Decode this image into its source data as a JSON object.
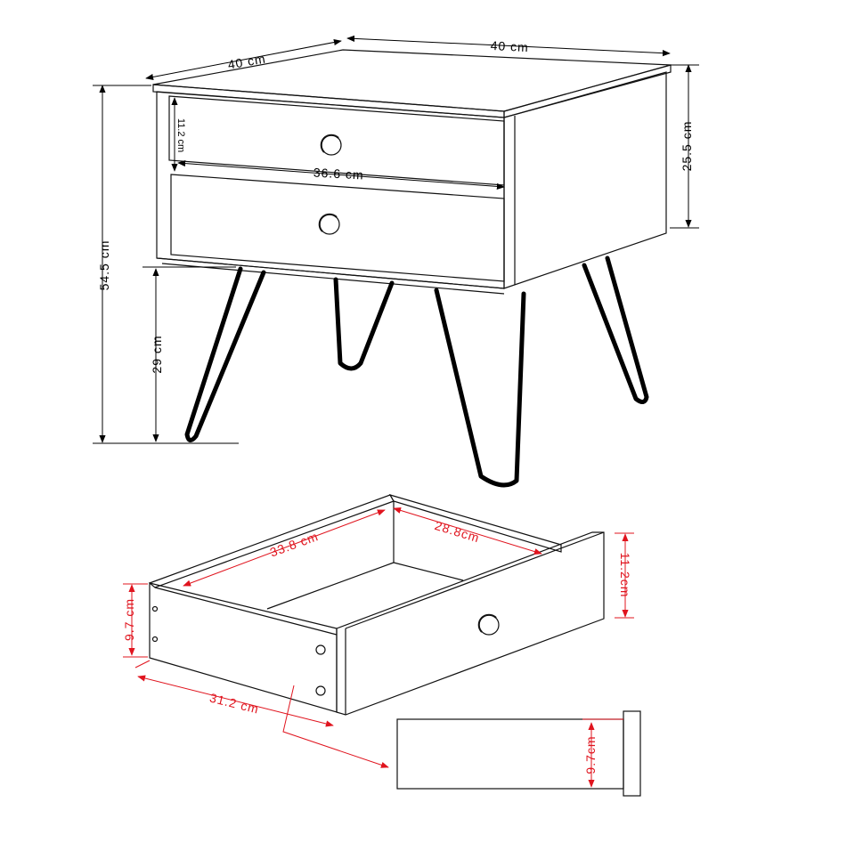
{
  "colors": {
    "line": "#111111",
    "leg": "#000000",
    "dim_black": "#000000",
    "dim_red": "#e0141e"
  },
  "table": {
    "top_depth": "40 cm",
    "top_width": "40 cm",
    "total_height": "54.5 cm",
    "leg_height": "29 cm",
    "body_height": "25.5 cm",
    "drawer_front_height": "11.2 cm",
    "inner_width": "36.6 cm",
    "handle_icon": "round-handle"
  },
  "drawer": {
    "inner_length": "33.8 cm",
    "inner_width": "28.8cm",
    "front_height": "11.2cm",
    "side_height": "9.7 cm",
    "side_length": "31.2 cm",
    "side_panel_height": "9.7cm"
  }
}
